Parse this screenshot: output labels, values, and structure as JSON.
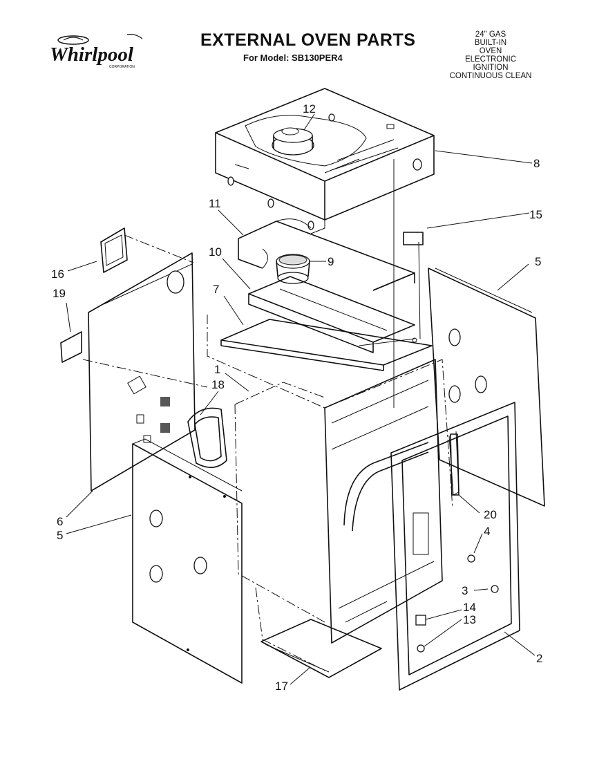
{
  "brand": {
    "name": "Whirlpool",
    "sub": "CORPORATION"
  },
  "title": "EXTERNAL OVEN PARTS",
  "model": "For Model: SB130PER4",
  "description": [
    "24\" GAS",
    "BUILT-IN",
    "OVEN",
    "ELECTRONIC",
    "IGNITION",
    "CONTINUOUS CLEAN"
  ],
  "callouts": {
    "c1": "1",
    "c2": "2",
    "c3": "3",
    "c4": "4",
    "c5a": "5",
    "c5b": "5",
    "c6": "6",
    "c7": "7",
    "c8": "8",
    "c9": "9",
    "c10": "10",
    "c11": "11",
    "c12": "12",
    "c13": "13",
    "c14": "14",
    "c15": "15",
    "c16": "16",
    "c17": "17",
    "c18": "18",
    "c19": "19",
    "c20": "20"
  }
}
